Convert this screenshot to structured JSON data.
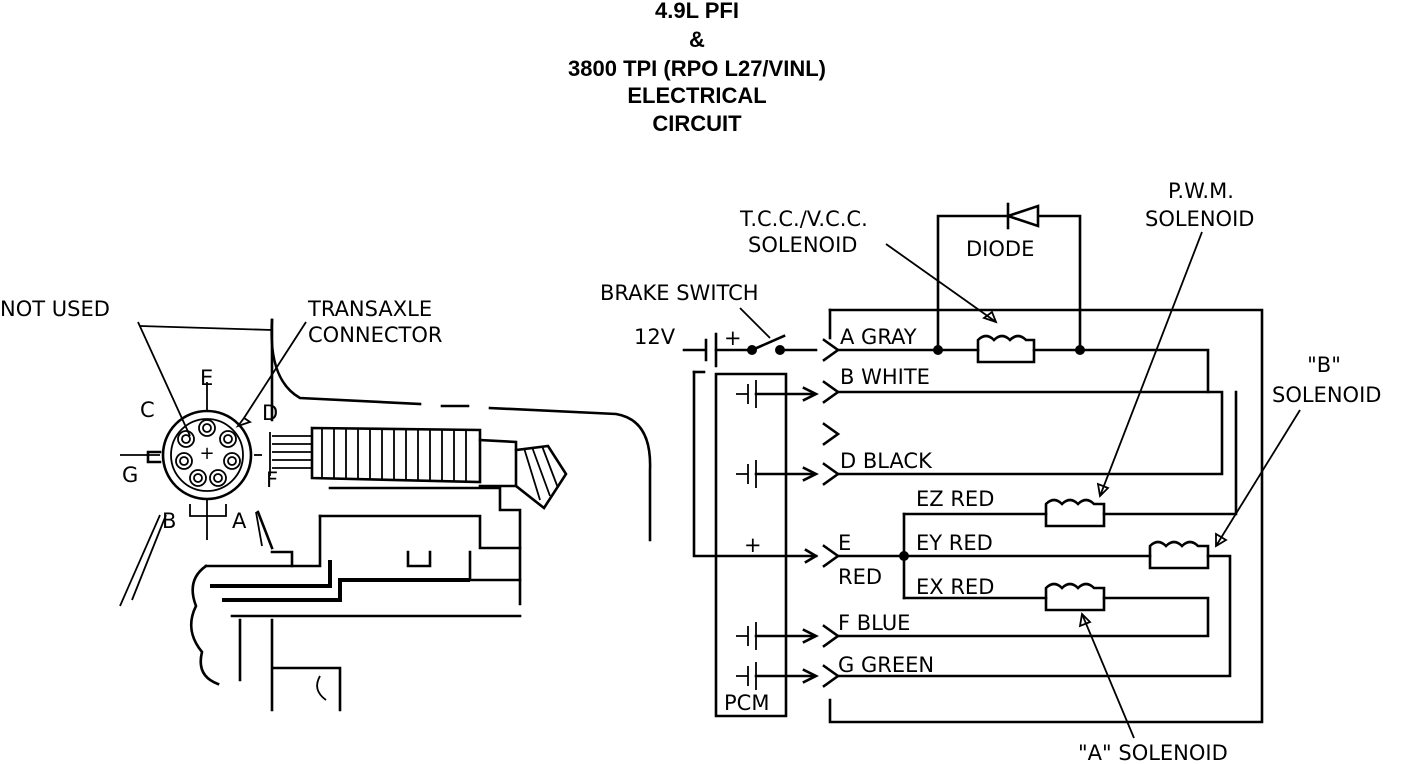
{
  "title": {
    "line1": "4.9L PFI",
    "line2": "&",
    "line3": "3800 TPI (RPO L27/VINL)",
    "line4": "ELECTRICAL",
    "line5": "CIRCUIT"
  },
  "connector_view": {
    "not_used_label": "NOT USED",
    "transaxle_label_1": "TRANSAXLE",
    "transaxle_label_2": "CONNECTOR",
    "pins": {
      "a": "A",
      "b": "B",
      "c": "C",
      "d": "D",
      "e": "E",
      "f": "F",
      "g": "G"
    }
  },
  "schematic": {
    "supply_label": "12V",
    "plus_sign": "+",
    "brake_switch_label": "BRAKE SWITCH",
    "tcc_label_1": "T.C.C./V.C.C.",
    "tcc_label_2": "SOLENOID",
    "diode_label": "DIODE",
    "pwm_label_1": "P.W.M.",
    "pwm_label_2": "SOLENOID",
    "b_solenoid_label_1": "\"B\"",
    "b_solenoid_label_2": "SOLENOID",
    "a_solenoid_label": "\"A\" SOLENOID",
    "pcm_label": "PCM",
    "wires": {
      "a": "A GRAY",
      "b": "B WHITE",
      "d": "D BLACK",
      "e1": "E",
      "e2": "RED",
      "ez": "EZ RED",
      "ey": "EY RED",
      "ex": "EX RED",
      "f": "F BLUE",
      "g": "G GREEN"
    }
  }
}
